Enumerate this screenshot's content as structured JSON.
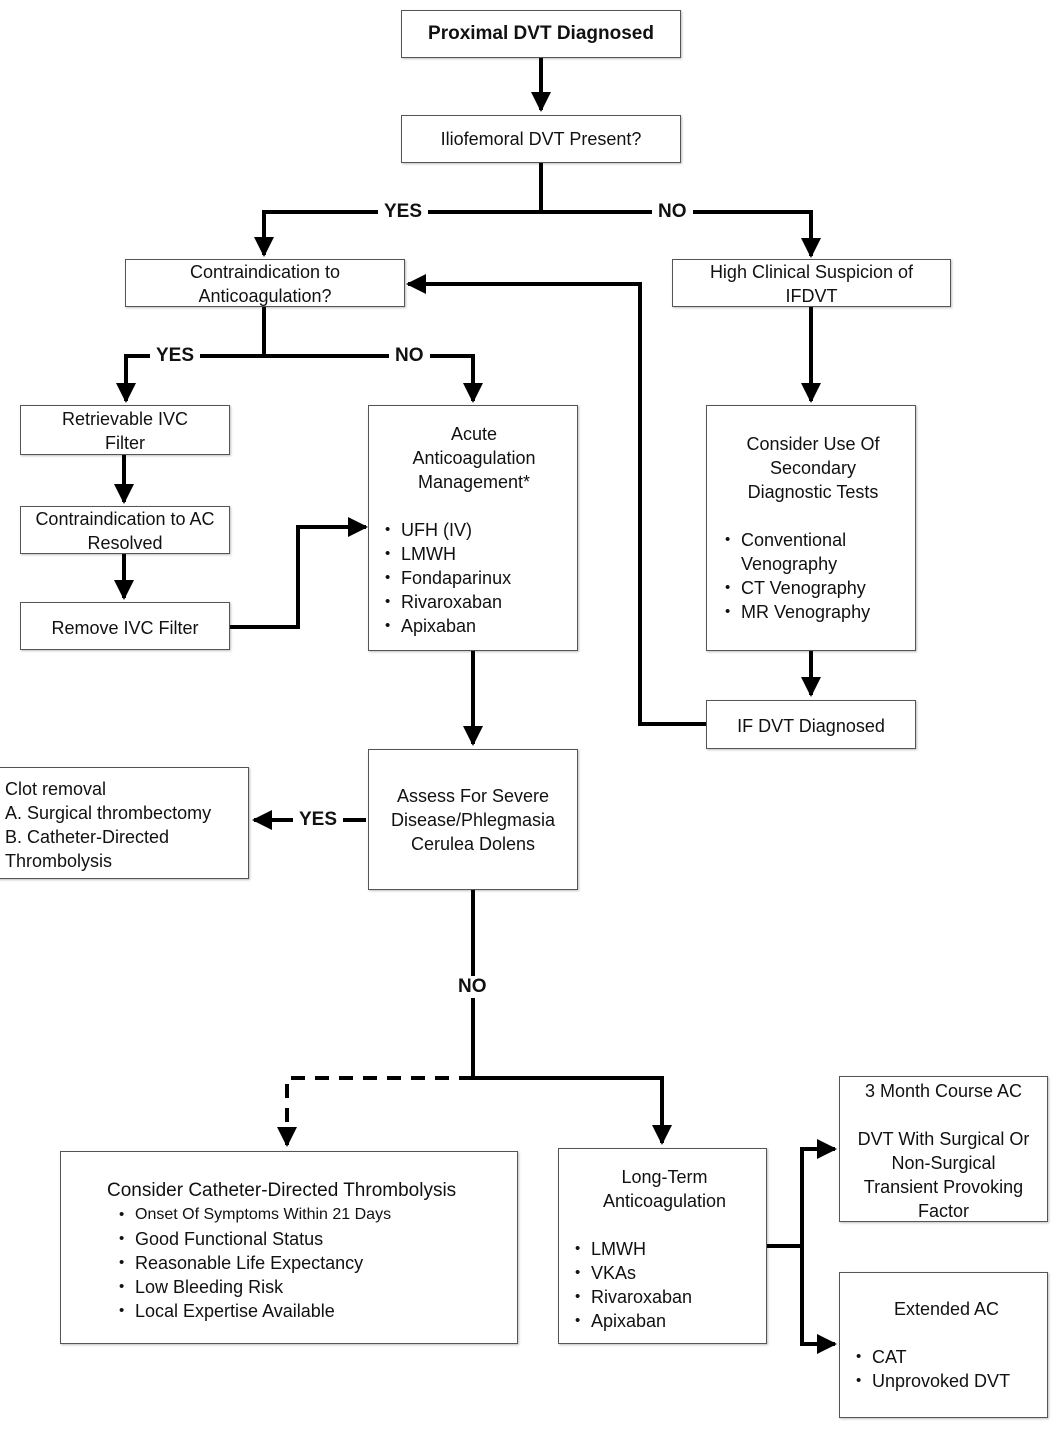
{
  "nodes": {
    "proximal": "Proximal DVT Diagnosed",
    "iliofemoral": "Iliofemoral DVT Present?",
    "contraindication": "Contraindication to Anticoagulation?",
    "high_suspicion": "High Clinical Suspicion of IFDVT",
    "ivc_filter": "Retrievable IVC Filter",
    "ac_resolved": "Contraindication to AC Resolved",
    "remove_ivc": "Remove IVC Filter",
    "acute_ac": {
      "title": "Acute Anticoagulation Management*",
      "items": [
        "UFH (IV)",
        "LMWH",
        "Fondaparinux",
        "Rivaroxaban",
        "Apixaban"
      ]
    },
    "secondary_tests": {
      "title": "Consider Use Of Secondary Diagnostic Tests",
      "items": [
        "Conventional Venography",
        "CT Venography",
        "MR Venography"
      ]
    },
    "if_dvt": "IF DVT Diagnosed",
    "clot_removal": {
      "lines": [
        "Clot removal",
        "A. Surgical thrombectomy",
        "B. Catheter-Directed",
        "Thrombolysis"
      ]
    },
    "assess": "Assess For Severe Disease/Phlegmasia Cerulea Dolens",
    "cdt": {
      "title": "Consider Catheter-Directed Thrombolysis",
      "items": [
        "Onset Of Symptoms Within 21 Days",
        "Good Functional Status",
        "Reasonable Life Expectancy",
        "Low Bleeding Risk",
        "Local Expertise Available"
      ]
    },
    "long_term": {
      "title": "Long-Term Anticoagulation",
      "items": [
        "LMWH",
        "VKAs",
        "Rivaroxaban",
        "Apixaban"
      ]
    },
    "three_month": {
      "title": "3 Month Course AC",
      "body": "DVT With Surgical Or Non-Surgical Transient Provoking Factor"
    },
    "extended": {
      "title": "Extended AC",
      "items": [
        "CAT",
        "Unprovoked DVT"
      ]
    }
  },
  "edge_labels": {
    "yes_1": "YES",
    "no_1": "NO",
    "yes_2": "YES",
    "no_2": "NO",
    "yes_3": "YES",
    "no_3": "NO"
  }
}
